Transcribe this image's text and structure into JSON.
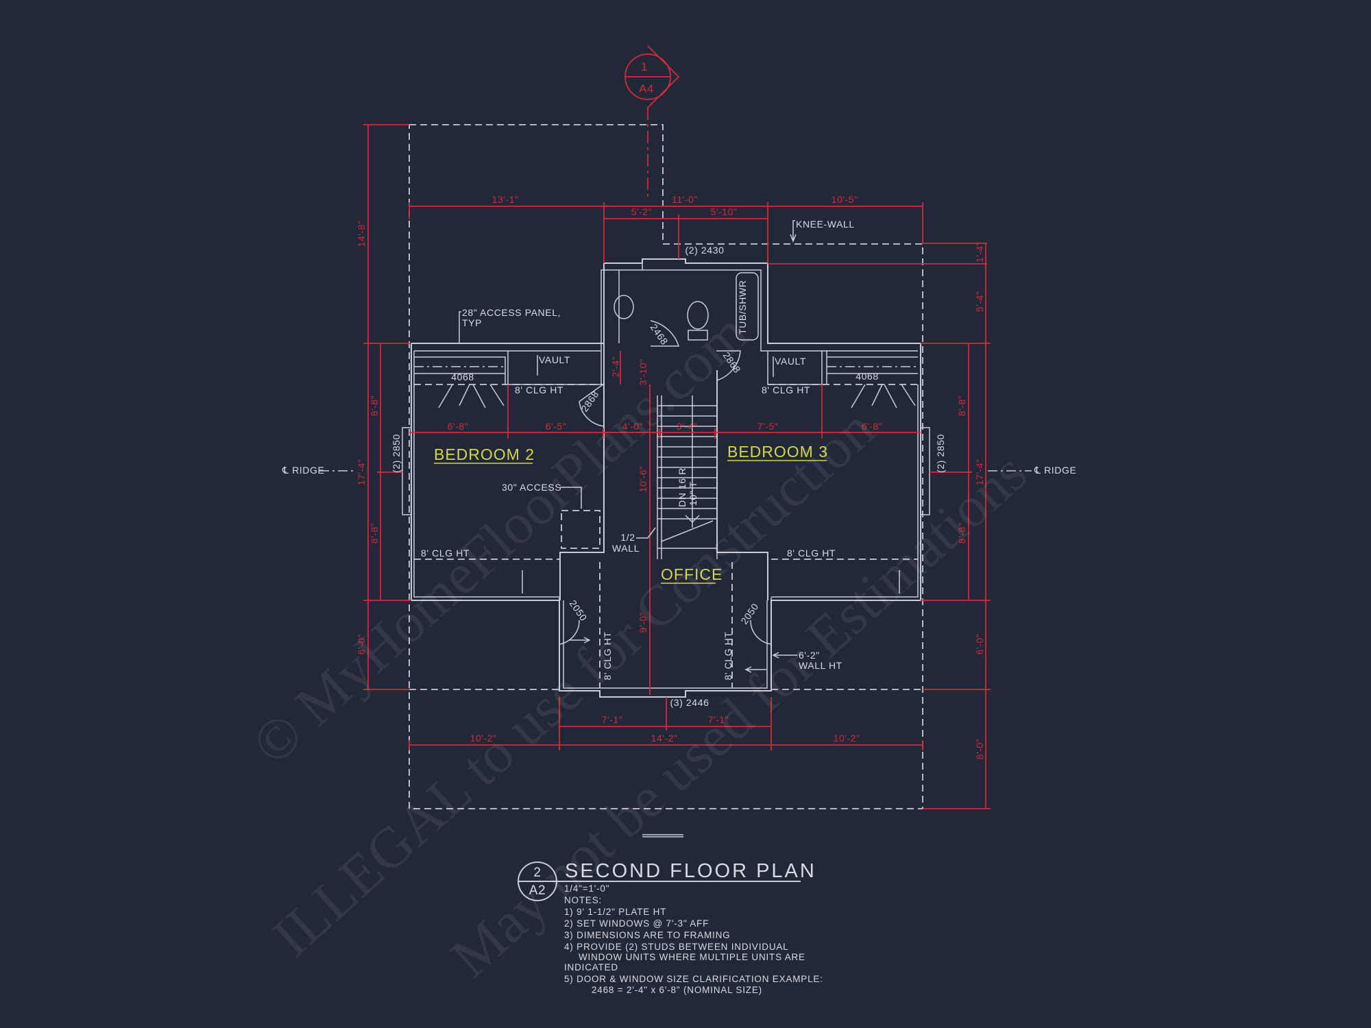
{
  "section_marker": {
    "number": "1",
    "sheet": "A4"
  },
  "rooms": {
    "bedroom2": "BEDROOM 2",
    "bedroom3": "BEDROOM 3",
    "office": "OFFICE"
  },
  "labels": {
    "knee_wall": "KNEE-WALL",
    "bath_window": "(2) 2430",
    "access_panel_1": "28\" ACCESS PANEL,",
    "access_panel_2": "TYP",
    "vault": "VAULT",
    "closet_door": "4068",
    "clg_ht": "8' CLG HT",
    "door_2868": "2868",
    "door_2468": "2468",
    "tub": "TUB/SHWR",
    "side_window": "(2) 2850",
    "ridge": "℄ RIDGE",
    "attic_access": "30\" ACCESS",
    "stair_1": "DN 16 R",
    "stair_2": "10\" T",
    "half_wall_1": "1/2",
    "half_wall_2": "WALL",
    "door_2050": "2050",
    "wall_ht_1": "6'-2\"",
    "wall_ht_2": "WALL HT",
    "office_window": "(3) 2446"
  },
  "dimensions": {
    "top_overall": [
      "13'-1\"",
      "11'-0\"",
      "10'-5\""
    ],
    "top_bath": [
      "5'-2\"",
      "5'-10\""
    ],
    "bedroom_row": [
      "6'-8\"",
      "6'-5\"",
      "4'-0\"",
      "3'-4\"",
      "7'-5\"",
      "6'-8\""
    ],
    "bottom_office": [
      "7'-1\"",
      "7'-1\""
    ],
    "bottom_overall": [
      "10'-2\"",
      "14'-2\"",
      "10'-2\""
    ],
    "left": [
      "14'-8\"",
      "8'-8\"",
      "17'-4\"",
      "8'-8\"",
      "6'-0\""
    ],
    "right": [
      "1'-4\"",
      "5'-4\"",
      "8'-8\"",
      "17'-4\"",
      "8'-8\"",
      "6'-0\"",
      "8'-0\""
    ],
    "center": [
      "2'-4\"",
      "3'-10\"",
      "10'-6\"",
      "9'-0\""
    ]
  },
  "title_block": {
    "view_number": "2",
    "sheet": "A2",
    "title": "SECOND FLOOR PLAN",
    "scale": "1/4\"=1'-0\"",
    "notes_heading": "NOTES:",
    "notes": [
      "1) 9' 1-1/2\" PLATE HT",
      "2) SET WINDOWS @ 7'-3\" AFF",
      "3) DIMENSIONS ARE TO FRAMING",
      "4) PROVIDE (2) STUDS BETWEEN INDIVIDUAL",
      "WINDOW UNITS WHERE MULTIPLE UNITS ARE",
      "INDICATED",
      "5) DOOR & WINDOW SIZE CLARIFICATION EXAMPLE:",
      "2468 = 2'-4\" x 6'-8\" (NOMINAL SIZE)"
    ]
  },
  "watermark": [
    "© MyHomeFloorPlans.com",
    "ILLEGAL to use for Construction",
    "May not be used for Estimations"
  ],
  "colors": {
    "background": "#232838",
    "walls": "#c9cdd8",
    "dimensions": "#d22a3c",
    "room_labels": "#d4d64a"
  }
}
